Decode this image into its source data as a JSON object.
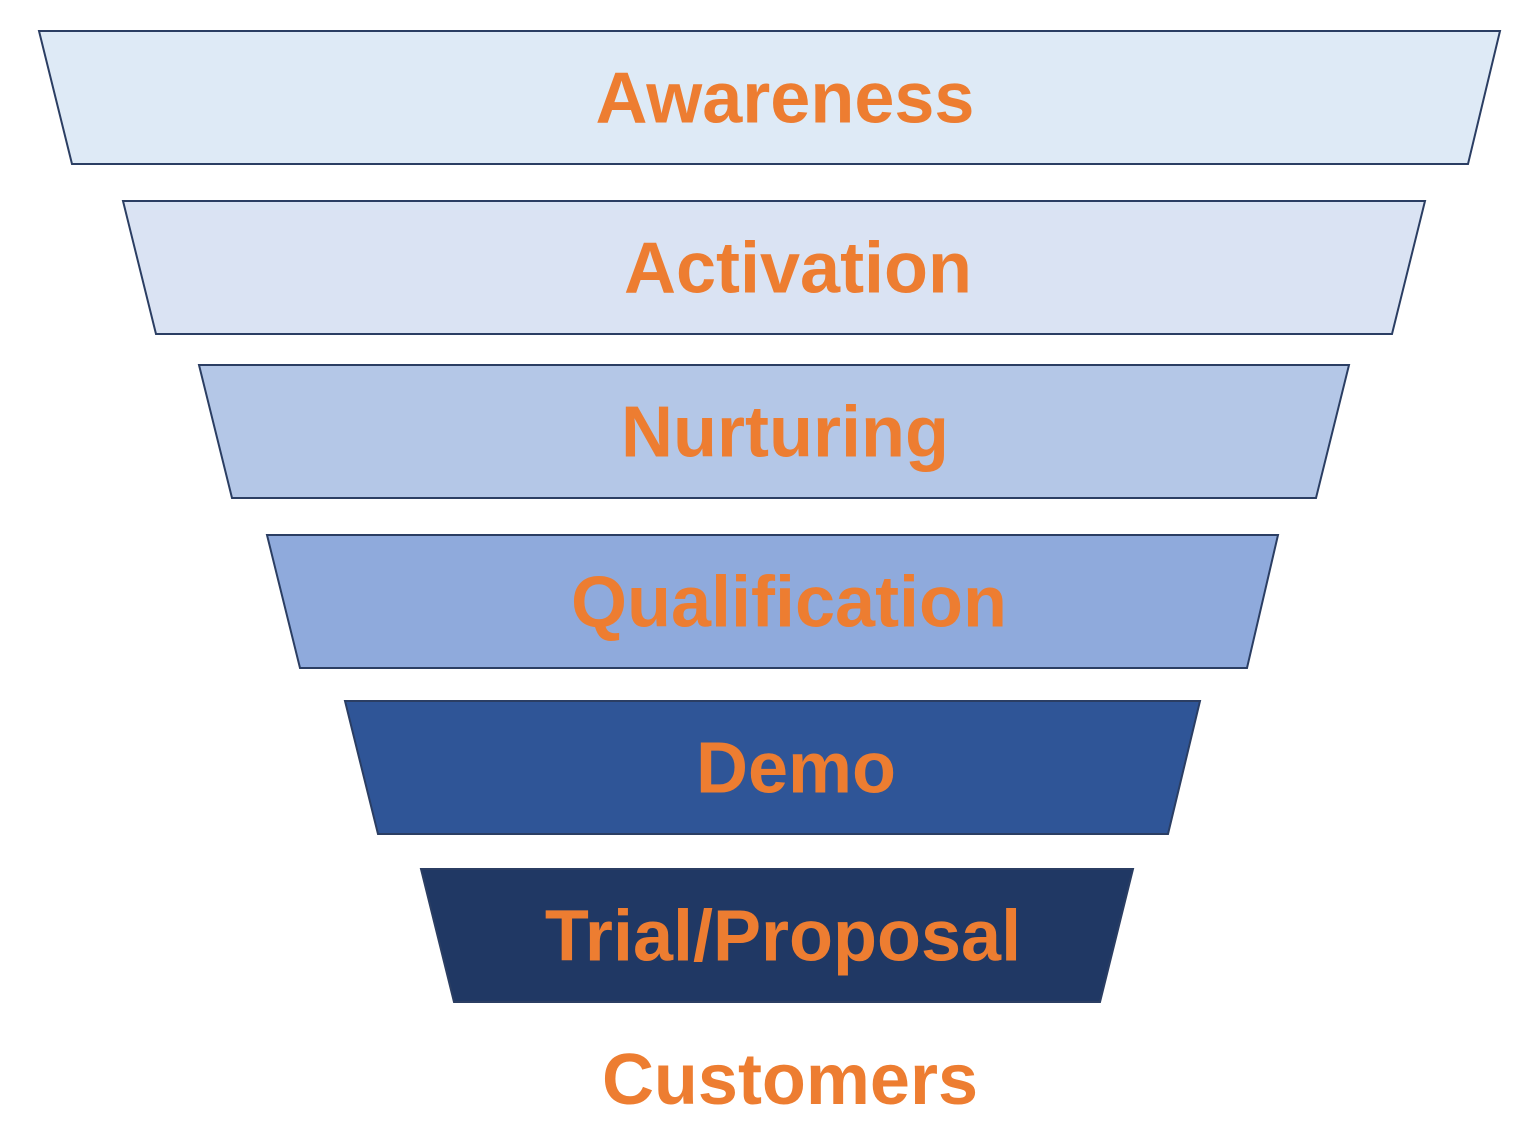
{
  "colors": {
    "label": "#ED7D31",
    "outline": "#2B3E63"
  },
  "stages": [
    {
      "label": "Awareness",
      "fill": "#DEEAF6"
    },
    {
      "label": "Activation",
      "fill": "#DAE3F3"
    },
    {
      "label": "Nurturing",
      "fill": "#B4C7E7"
    },
    {
      "label": "Qualification",
      "fill": "#8FAADC"
    },
    {
      "label": "Demo",
      "fill": "#2F5597"
    },
    {
      "label": "Trial/Proposal",
      "fill": "#203864"
    }
  ],
  "outcome": {
    "label": "Customers"
  }
}
